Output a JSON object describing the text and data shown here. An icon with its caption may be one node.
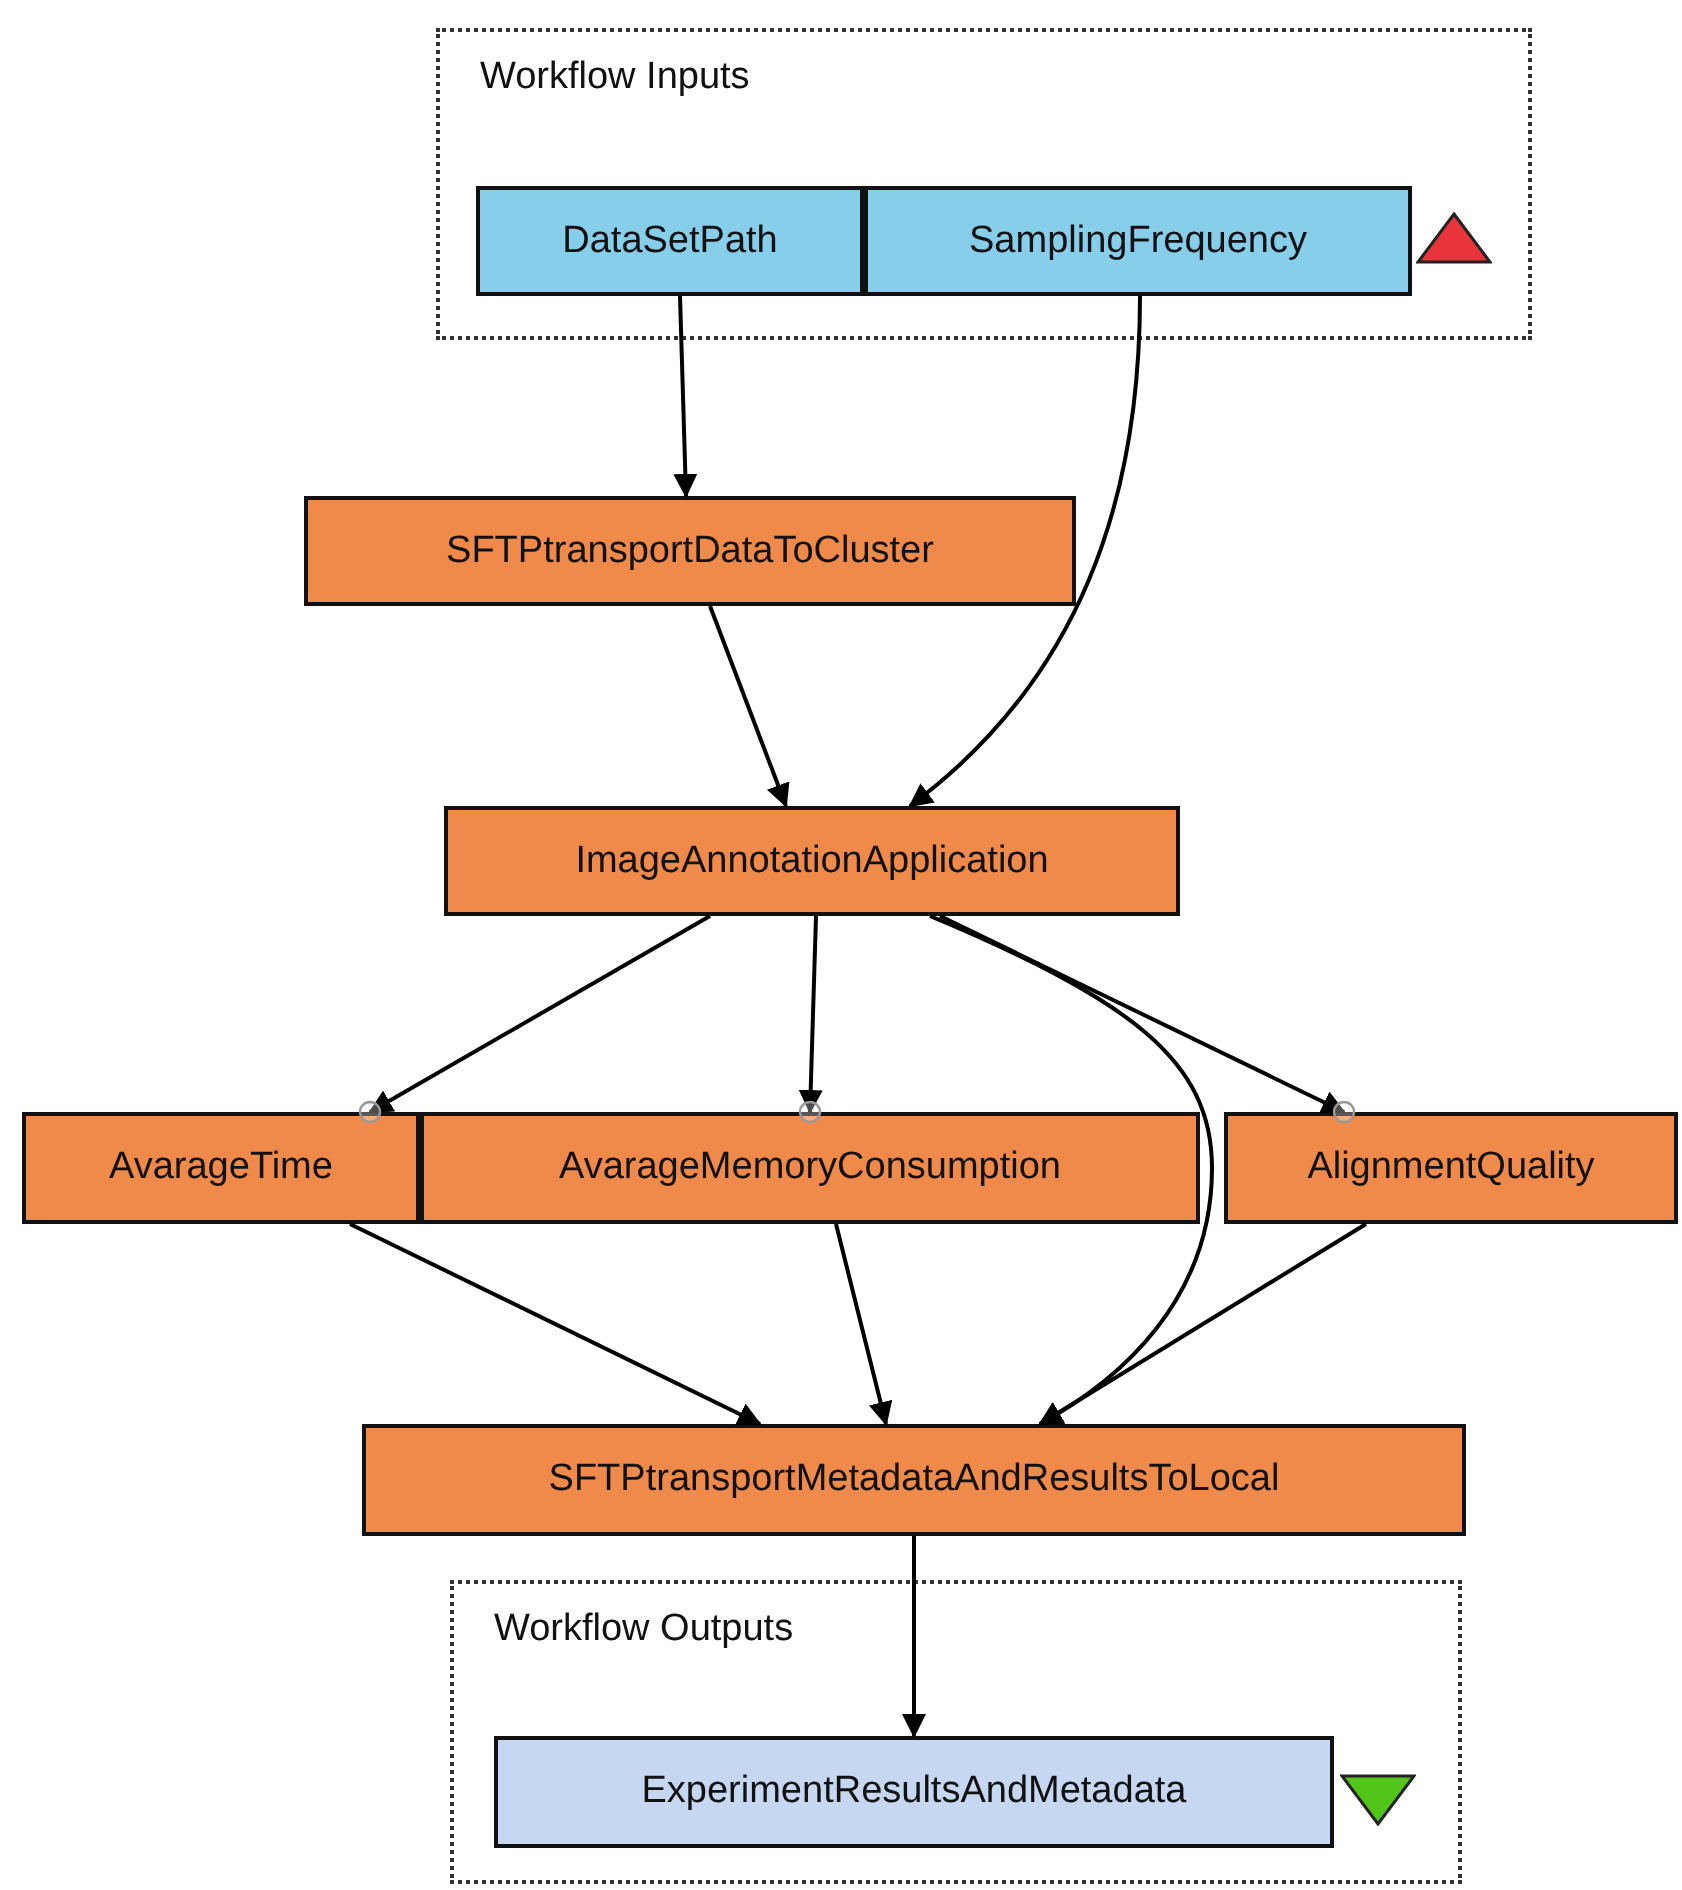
{
  "diagram": {
    "nodes": [
      {
        "text": [
          "Workflow Inputs"
        ]
      },
      {
        "text": [
          "DataSetPath"
        ],
        "in": 0
      },
      {
        "text": [
          "SamplingFrequency"
        ],
        "in": 0
      },
      {
        "text": [
          "SFTPtransportDataToCluster"
        ]
      },
      {
        "text": [
          "ImageAnnotationApplication"
        ]
      },
      {
        "text": [
          "AvarageTime"
        ]
      },
      {
        "text": [
          "AvarageMemoryConsumption"
        ]
      },
      {
        "text": [
          "AlignmentQuality"
        ]
      },
      {
        "text": [
          "SFTPtransportMetadataAndResultsToLocal"
        ]
      },
      {
        "text": [
          "Workflow Outputs"
        ]
      },
      {
        "text": [
          "ExperimentResultsAndMetadata"
        ],
        "in": 9
      }
    ],
    "edges": [
      {
        "from": 1,
        "to": 3,
        "arrow": "to"
      },
      {
        "from": 2,
        "to": 4,
        "arrow": "to"
      },
      {
        "from": 3,
        "to": 4,
        "arrow": "to"
      },
      {
        "from": 4,
        "to": 5,
        "arrow": "to"
      },
      {
        "from": 4,
        "to": 6,
        "arrow": "to"
      },
      {
        "from": 4,
        "to": 7,
        "arrow": "to"
      },
      {
        "from": 4,
        "to": 8,
        "arrow": "to"
      },
      {
        "from": 5,
        "to": 8,
        "arrow": "to"
      },
      {
        "from": 6,
        "to": 8,
        "arrow": "to"
      },
      {
        "from": 7,
        "to": 8,
        "arrow": "to"
      },
      {
        "from": 8,
        "to": 10,
        "arrow": "to"
      }
    ]
  }
}
